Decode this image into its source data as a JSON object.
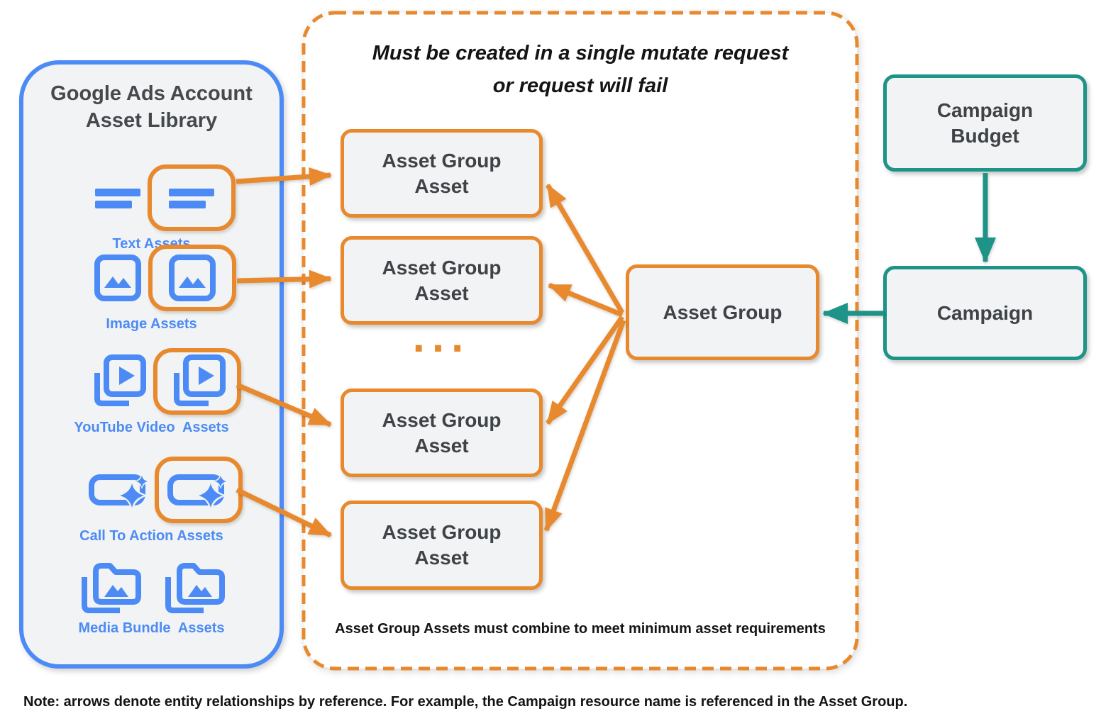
{
  "colors": {
    "blue": "#4C8BF5",
    "orange": "#E8892D",
    "teal": "#1E9488",
    "fill": "#F1F3F4",
    "dark": "#3F4347",
    "black": "#141414"
  },
  "library": {
    "title": "Google Ads Account\nAsset Library",
    "items": [
      {
        "label": "Text Assets",
        "icon": "text-asset-icon"
      },
      {
        "label": "Image Assets",
        "icon": "image-asset-icon"
      },
      {
        "label": "YouTube Video  Assets",
        "icon": "youtube-video-asset-icon"
      },
      {
        "label": "Call To Action Assets",
        "icon": "call-to-action-asset-icon"
      },
      {
        "label": "Media Bundle  Assets",
        "icon": "media-bundle-asset-icon"
      }
    ]
  },
  "mutate_container": {
    "title": "Must be created in a single mutate request\nor request will fail",
    "asset_boxes": [
      {
        "label": "Asset Group\nAsset"
      },
      {
        "label": "Asset Group\nAsset"
      },
      {
        "label": "Asset Group\nAsset"
      },
      {
        "label": "Asset Group\nAsset"
      }
    ],
    "ellipsis": "...",
    "footnote": "Asset Group Assets must combine to meet minimum asset requirements"
  },
  "entities": {
    "asset_group": {
      "label": "Asset Group"
    },
    "campaign_budget": {
      "label": "Campaign\nBudget"
    },
    "campaign": {
      "label": "Campaign"
    }
  },
  "note": "Note: arrows denote entity relationships by reference. For example, the Campaign resource name is referenced in the Asset Group."
}
